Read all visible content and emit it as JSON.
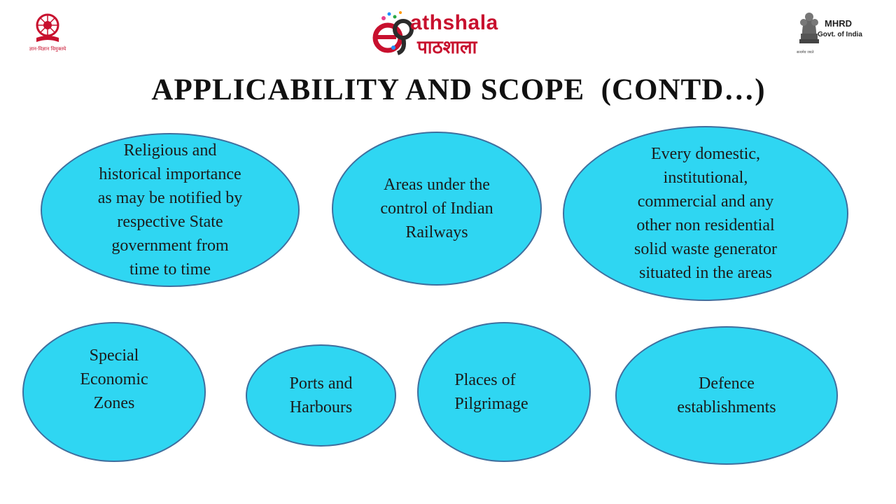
{
  "header": {
    "left_logo_caption": "ज्ञान-विज्ञान विमुक्तये",
    "brand_name": "athshala",
    "brand_hindi": "पाठशाला",
    "right_logo_title": "MHRD",
    "right_logo_subtitle": "Govt. of India",
    "emblem_caption": "सत्यमेव जयते",
    "left_logo_icon": "university-seal-icon",
    "center_logo_icon": "epathshala-logo-icon",
    "right_logo_icon": "national-emblem-icon"
  },
  "slide": {
    "title": "APPLICABILITY AND SCOPE  (CONTD…)"
  },
  "bubbles": [
    {
      "text": "Religious and\nhistorical importance\nas may be notified by\nrespective State\ngovernment from\ntime to time"
    },
    {
      "text": "Areas under the\ncontrol of Indian\nRailways"
    },
    {
      "text": "Every domestic,\ninstitutional,\ncommercial and any\nother non residential\nsolid waste generator\nsituated in the areas"
    },
    {
      "text": "Special\nEconomic\nZones"
    },
    {
      "text": "Ports and\nHarbours"
    },
    {
      "text": "Places of\nPilgrimage"
    },
    {
      "text": "Defence\nestablishments"
    }
  ],
  "colors": {
    "bubble_fill": "#2fd6f2",
    "bubble_border": "#3f6f9e",
    "brand_red": "#c8102e"
  }
}
